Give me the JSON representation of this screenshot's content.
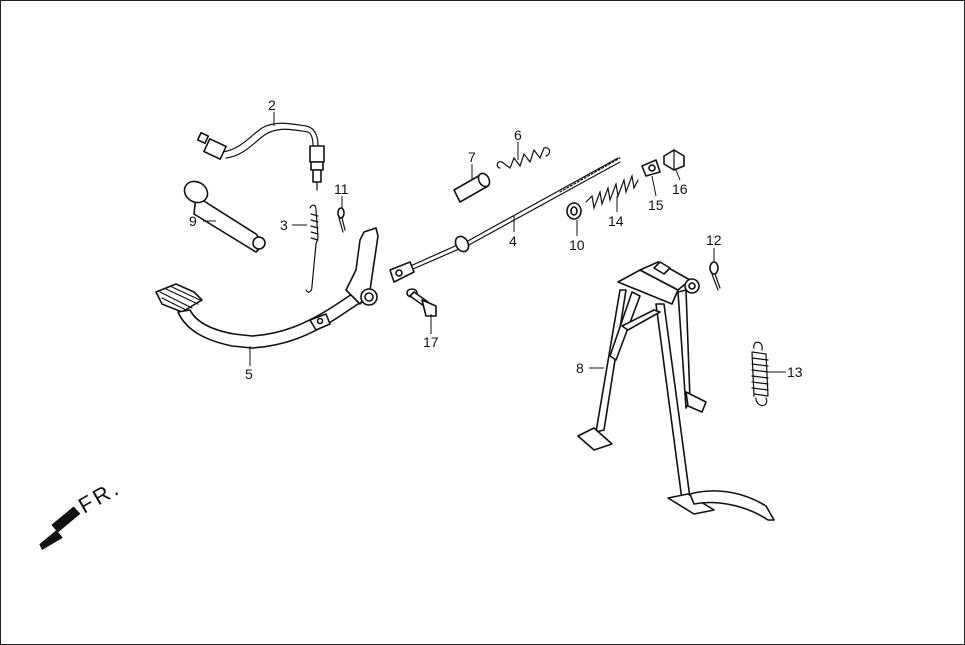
{
  "diagram": {
    "callouts": [
      {
        "id": "c1",
        "label": "2"
      },
      {
        "id": "c2",
        "label": "3"
      },
      {
        "id": "c3",
        "label": "4"
      },
      {
        "id": "c4",
        "label": "5"
      },
      {
        "id": "c5",
        "label": "6"
      },
      {
        "id": "c6",
        "label": "7"
      },
      {
        "id": "c7",
        "label": "8"
      },
      {
        "id": "c8",
        "label": "9"
      },
      {
        "id": "c9",
        "label": "10"
      },
      {
        "id": "c10",
        "label": "11"
      },
      {
        "id": "c11",
        "label": "12"
      },
      {
        "id": "c12",
        "label": "13"
      },
      {
        "id": "c13",
        "label": "14"
      },
      {
        "id": "c14",
        "label": "15"
      },
      {
        "id": "c15",
        "label": "16"
      },
      {
        "id": "c16",
        "label": "17"
      }
    ],
    "direction_label": "FR.",
    "colors": {
      "line": "#111111",
      "background": "#ffffff",
      "border": "#222222"
    }
  }
}
